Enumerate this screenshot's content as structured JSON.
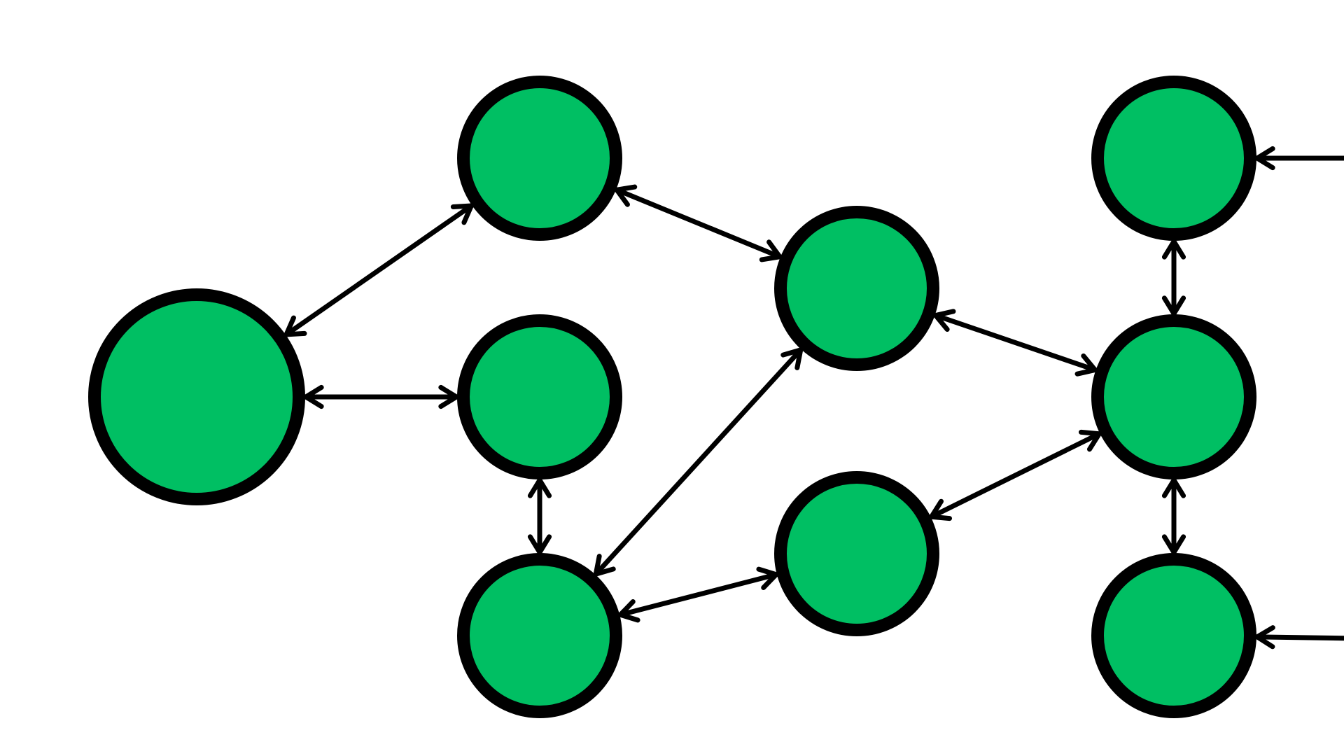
{
  "diagram": {
    "type": "network-graph",
    "node_fill": "#00BF63",
    "stroke_color": "#000000",
    "background": "#FFFFFF",
    "nodes": [
      {
        "id": "n1"
      },
      {
        "id": "n2"
      },
      {
        "id": "n3"
      },
      {
        "id": "n4"
      },
      {
        "id": "n5"
      },
      {
        "id": "n6"
      },
      {
        "id": "n7"
      },
      {
        "id": "n8"
      },
      {
        "id": "n9"
      },
      {
        "id": "n10"
      }
    ],
    "edges": [
      {
        "from": "n1",
        "to": "n2",
        "direction": "bidirectional"
      },
      {
        "from": "n1",
        "to": "n3",
        "direction": "bidirectional"
      },
      {
        "from": "n2",
        "to": "n5",
        "direction": "bidirectional"
      },
      {
        "from": "n3",
        "to": "n4",
        "direction": "bidirectional"
      },
      {
        "from": "n4",
        "to": "n5",
        "direction": "bidirectional"
      },
      {
        "from": "n4",
        "to": "n6",
        "direction": "bidirectional"
      },
      {
        "from": "n5",
        "to": "n8",
        "direction": "bidirectional"
      },
      {
        "from": "n6",
        "to": "n8",
        "direction": "bidirectional"
      },
      {
        "from": "n7",
        "to": "n8",
        "direction": "bidirectional"
      },
      {
        "from": "n8",
        "to": "n9",
        "direction": "bidirectional"
      },
      {
        "from": "external-right-top",
        "to": "n7",
        "direction": "incoming"
      },
      {
        "from": "external-right-bottom",
        "to": "n9",
        "direction": "incoming"
      }
    ]
  }
}
